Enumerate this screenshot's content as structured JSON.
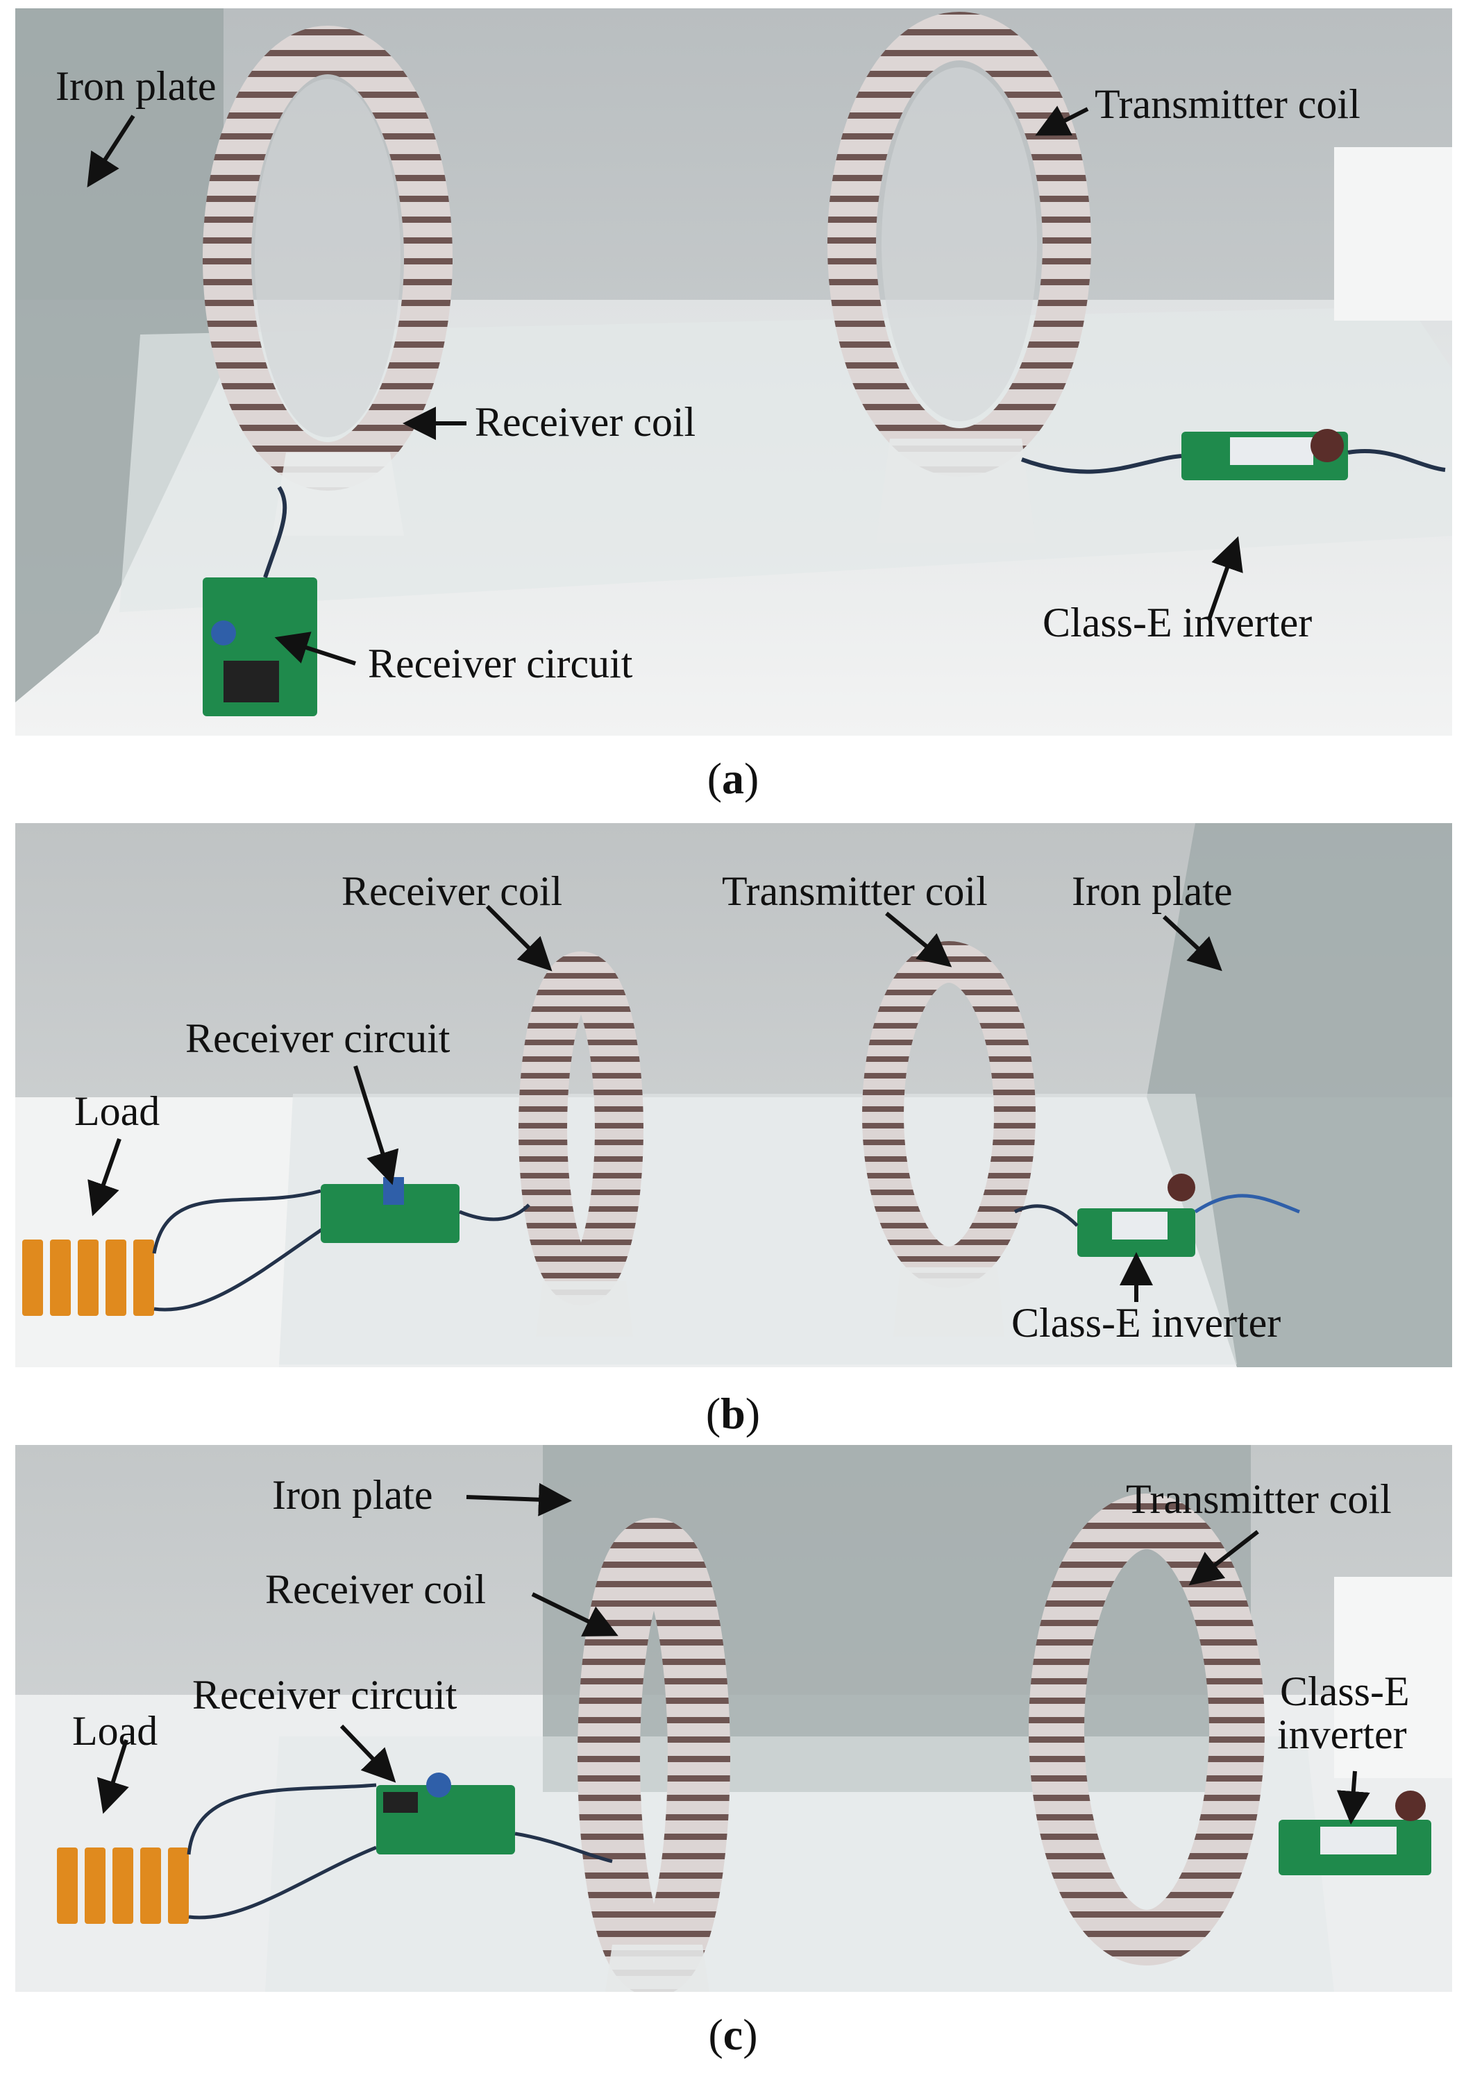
{
  "panels": [
    {
      "id": "a",
      "caption": {
        "open": "(",
        "letter": "a",
        "close": ")"
      },
      "labels": {
        "iron_plate": "Iron plate",
        "transmitter_coil": "Transmitter coil",
        "receiver_coil": "Receiver coil",
        "class_e_inverter": "Class-E inverter",
        "receiver_circuit": "Receiver circuit"
      }
    },
    {
      "id": "b",
      "caption": {
        "open": "(",
        "letter": "b",
        "close": ")"
      },
      "labels": {
        "receiver_coil": "Receiver coil",
        "transmitter_coil": "Transmitter coil",
        "iron_plate": "Iron plate",
        "receiver_circuit": "Receiver circuit",
        "load": "Load",
        "class_e_inverter": "Class-E inverter"
      }
    },
    {
      "id": "c",
      "caption": {
        "open": "(",
        "letter": "c",
        "close": ")"
      },
      "labels": {
        "iron_plate": "Iron plate",
        "transmitter_coil": "Transmitter coil",
        "receiver_coil": "Receiver coil",
        "receiver_circuit": "Receiver circuit",
        "class_e_inverter_line1": "Class-E",
        "class_e_inverter_line2": "inverter",
        "load": "Load"
      }
    }
  ],
  "colors": {
    "wall": "#c9cdcf",
    "table": "#eceeef",
    "iron_plate": "#a3adad",
    "coil_wire": "#6e5552",
    "pcb": "#1f8a4c",
    "load_resistor": "#e08a1e"
  }
}
